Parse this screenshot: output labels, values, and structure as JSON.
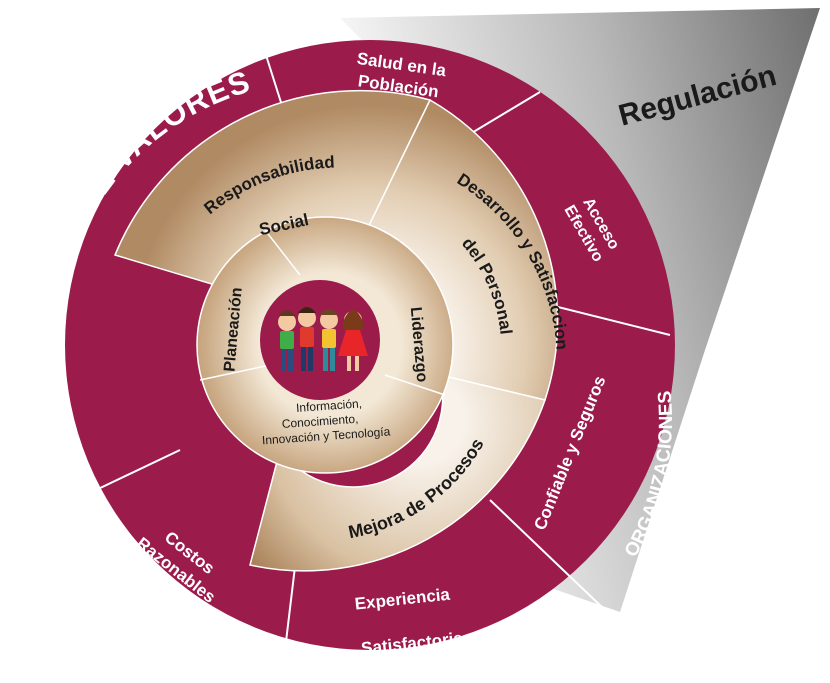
{
  "regulation": {
    "label": "Regulación"
  },
  "outer_ring": {
    "title": "RESULTADOS DE VALORES",
    "title_right": "ORGANIZACIONES",
    "segments": [
      {
        "line1": "Salud en la",
        "line2": "Población"
      },
      {
        "line1": "Acceso",
        "line2": "Efectivo"
      },
      {
        "line1": "Confiable y Seguros",
        "line2": ""
      },
      {
        "line1": "Experiencia",
        "line2": "Satisfactoria"
      },
      {
        "line1": "Costos",
        "line2": "Razonables"
      }
    ]
  },
  "middle_ring": {
    "responsabilidad": {
      "line1": "Responsabilidad",
      "line2": "Social"
    },
    "desarrollo": {
      "line1": "Desarrollo y Satisfaccion",
      "line2": "del Personal"
    },
    "mejora": {
      "label": "Mejora de Procesos"
    }
  },
  "inner_ring": {
    "planeacion": "Planeación",
    "liderazgo": "Liderazgo",
    "info": {
      "line1": "Información,",
      "line2": "Conocimiento,",
      "line3": "Innovación y Tecnología"
    }
  },
  "colors": {
    "maroon": "#9b1b4b",
    "gold_light": "#f6efe6",
    "gold_dark": "#b08a63",
    "center": "#9b1b4b"
  },
  "center": {
    "icon": "children-group-icon"
  }
}
